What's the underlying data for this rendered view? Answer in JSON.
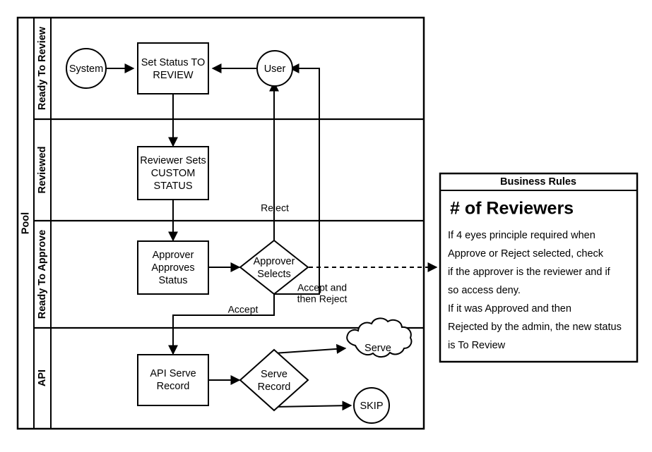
{
  "diagram": {
    "type": "bpmn-swimlane-flowchart",
    "pool": {
      "label": "Pool",
      "lanes": [
        {
          "id": "lane-ready-to-review",
          "label": "Ready To Review"
        },
        {
          "id": "lane-reviewed",
          "label": "Reviewed"
        },
        {
          "id": "lane-ready-to-approve",
          "label": "Ready To Approve"
        },
        {
          "id": "lane-api",
          "label": "API"
        }
      ]
    },
    "nodes": [
      {
        "id": "system",
        "shape": "circle",
        "label": "System",
        "lane": "lane-ready-to-review"
      },
      {
        "id": "set-status-to-review",
        "shape": "task",
        "label_lines": [
          "Set Status TO",
          "REVIEW"
        ],
        "lane": "lane-ready-to-review"
      },
      {
        "id": "user",
        "shape": "circle",
        "label": "User",
        "lane": "lane-ready-to-review"
      },
      {
        "id": "reviewer-sets-custom-status",
        "shape": "task",
        "label_lines": [
          "Reviewer Sets",
          "CUSTOM",
          "STATUS"
        ],
        "lane": "lane-reviewed"
      },
      {
        "id": "approver-approves-status",
        "shape": "task",
        "label_lines": [
          "Approver",
          "Approves",
          "Status"
        ],
        "lane": "lane-ready-to-approve"
      },
      {
        "id": "approver-selects",
        "shape": "gateway",
        "label_lines": [
          "Approver",
          "Selects"
        ],
        "lane": "lane-ready-to-approve"
      },
      {
        "id": "api-serve-record",
        "shape": "task",
        "label_lines": [
          "API Serve",
          "Record"
        ],
        "lane": "lane-api"
      },
      {
        "id": "serve-record",
        "shape": "gateway",
        "label_lines": [
          "Serve",
          "Record"
        ],
        "lane": "lane-api"
      },
      {
        "id": "serve",
        "shape": "cloud",
        "label": "Serve",
        "lane": "lane-api"
      },
      {
        "id": "skip",
        "shape": "circle",
        "label": "SKIP",
        "lane": "lane-api"
      }
    ],
    "edges": [
      {
        "id": "edge-system-to-set-status",
        "from": "system",
        "to": "set-status-to-review",
        "label": ""
      },
      {
        "id": "edge-user-to-set-status",
        "from": "user",
        "to": "set-status-to-review",
        "label": ""
      },
      {
        "id": "edge-set-status-to-reviewer",
        "from": "set-status-to-review",
        "to": "reviewer-sets-custom-status",
        "label": ""
      },
      {
        "id": "edge-reviewer-to-approver",
        "from": "reviewer-sets-custom-status",
        "to": "approver-approves-status",
        "label": ""
      },
      {
        "id": "edge-approver-to-gateway",
        "from": "approver-approves-status",
        "to": "approver-selects",
        "label": ""
      },
      {
        "id": "edge-reject",
        "from": "approver-selects",
        "to": "user",
        "label": "Reject"
      },
      {
        "id": "edge-accept",
        "from": "approver-selects",
        "to": "api-serve-record",
        "label": "Accept"
      },
      {
        "id": "edge-accept-then-reject",
        "from": "approver-selects",
        "to": "user",
        "label_lines": [
          "Accept and",
          "then Reject"
        ]
      },
      {
        "id": "edge-api-to-serve-record",
        "from": "api-serve-record",
        "to": "serve-record",
        "label": ""
      },
      {
        "id": "edge-serve-record-to-serve",
        "from": "serve-record",
        "to": "serve",
        "label": ""
      },
      {
        "id": "edge-serve-record-to-skip",
        "from": "serve-record",
        "to": "skip",
        "label": ""
      },
      {
        "id": "edge-association-business-rules",
        "from": "approver-selects",
        "to": "business-rules-panel",
        "label": "",
        "style": "dashed"
      }
    ]
  },
  "business_rules_panel": {
    "title": "Business Rules",
    "heading": "# of Reviewers",
    "body_lines": [
      "If 4  eyes principle required when",
      "Approve or Reject selected, check",
      "if the approver is the reviewer and if",
      "so access deny.",
      "If it was Approved and then",
      "Rejected by the admin, the new status",
      "is To Review"
    ]
  },
  "colors": {
    "stroke": "#000000",
    "fill": "#ffffff",
    "background": "#ffffff"
  }
}
